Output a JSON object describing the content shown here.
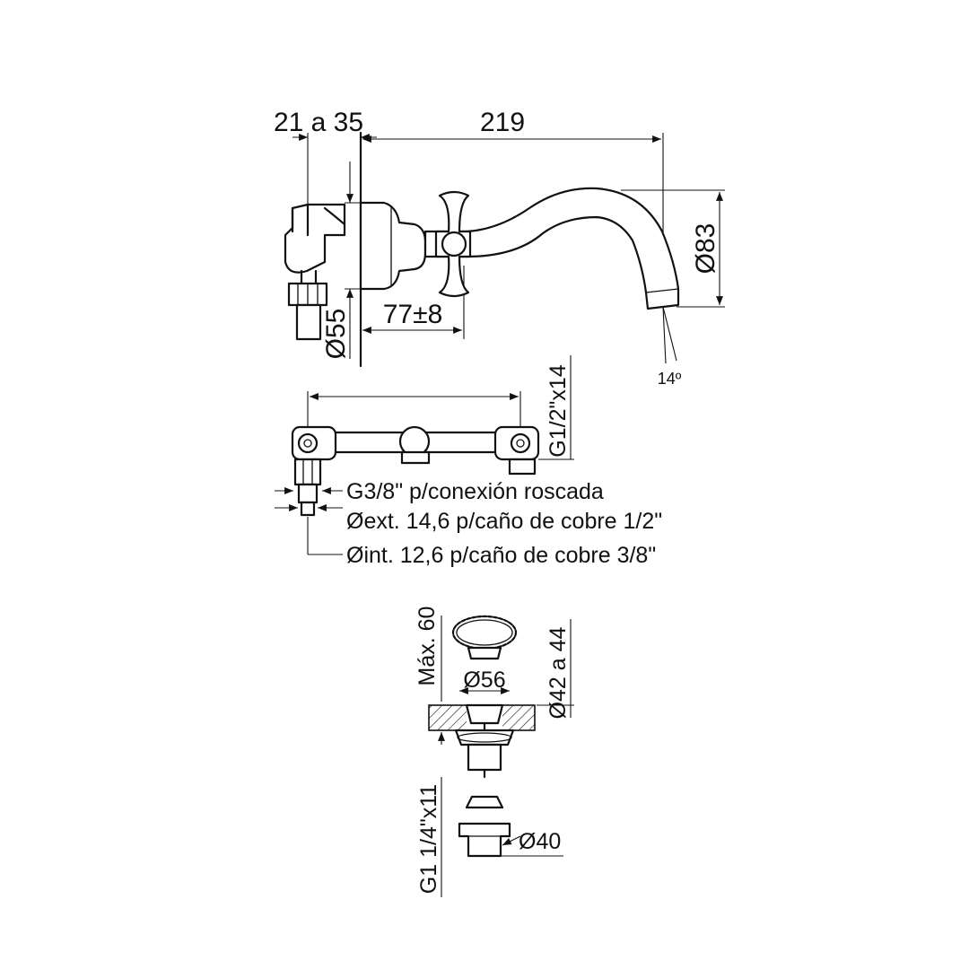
{
  "colors": {
    "line": "#111111",
    "background": "#ffffff"
  },
  "top_view": {
    "dim_wall": "21 a 35",
    "dim_length": "219",
    "dim_projection": "77±8",
    "dim_flange": "Ø55",
    "dim_height": "Ø83",
    "dim_angle": "14º"
  },
  "connection_view": {
    "dim_thread": "G1/2\"x14",
    "label_thread": "G3/8\" p/conexión roscada",
    "label_ext": "Øext. 14,6 p/caño de cobre 1/2\"",
    "label_int": "Øint. 12,6 p/caño de cobre 3/8\""
  },
  "installation_view": {
    "dim_max": "Máx. 60",
    "dim_handle": "Ø56",
    "dim_hole": "Ø42 a 44",
    "dim_thread": "G1 1/4\"x11",
    "dim_base": "Ø40"
  }
}
